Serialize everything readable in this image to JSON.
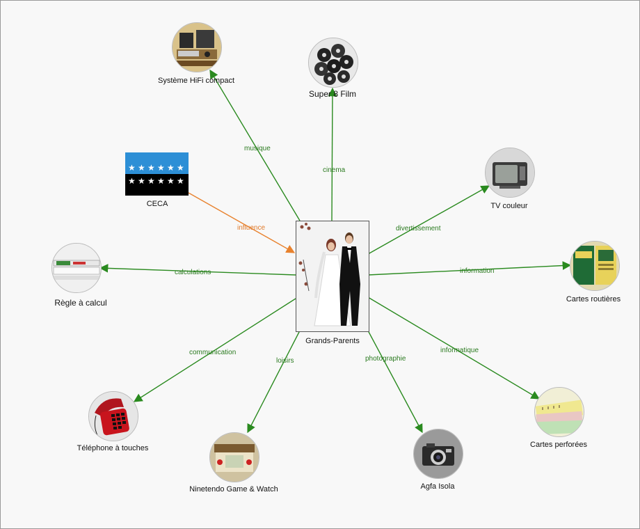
{
  "center": {
    "label": "Grands-Parents",
    "icon": "wedding-couple-photo"
  },
  "nodes": [
    {
      "id": "hifi",
      "label": "Système HiFi compact",
      "icon": "hifi-system-icon"
    },
    {
      "id": "super8",
      "label": "Super 8 Film",
      "icon": "film-reels-icon"
    },
    {
      "id": "tv",
      "label": "TV couleur",
      "icon": "tv-icon"
    },
    {
      "id": "cartes",
      "label": "Cartes routières",
      "icon": "road-maps-icon"
    },
    {
      "id": "perforees",
      "label": "Cartes perforées",
      "icon": "punch-cards-icon"
    },
    {
      "id": "agfa",
      "label": "Agfa Isola",
      "icon": "camera-icon"
    },
    {
      "id": "nintendo",
      "label": "Ninetendo Game & Watch",
      "icon": "game-watch-icon"
    },
    {
      "id": "telephone",
      "label": "Téléphone à touches",
      "icon": "telephone-icon"
    },
    {
      "id": "regle",
      "label": "Règle à calcul",
      "icon": "slide-rule-icon"
    },
    {
      "id": "ceca",
      "label": "CECA",
      "icon": "ceca-flag-icon"
    }
  ],
  "edges": [
    {
      "to": "hifi",
      "label": "musique",
      "color": "#2a8a1f"
    },
    {
      "to": "super8",
      "label": "cinema",
      "color": "#2a8a1f"
    },
    {
      "to": "tv",
      "label": "divertissement",
      "color": "#2a8a1f"
    },
    {
      "to": "cartes",
      "label": "information",
      "color": "#2a8a1f"
    },
    {
      "to": "perforees",
      "label": "informatique",
      "color": "#2a8a1f"
    },
    {
      "to": "agfa",
      "label": "photographie",
      "color": "#2a8a1f"
    },
    {
      "to": "nintendo",
      "label": "loisirs",
      "color": "#2a8a1f"
    },
    {
      "to": "telephone",
      "label": "communication",
      "color": "#2a8a1f"
    },
    {
      "to": "regle",
      "label": "calculations",
      "color": "#2a8a1f"
    },
    {
      "from": "ceca",
      "label": "influence",
      "color": "#e8822e"
    }
  ]
}
